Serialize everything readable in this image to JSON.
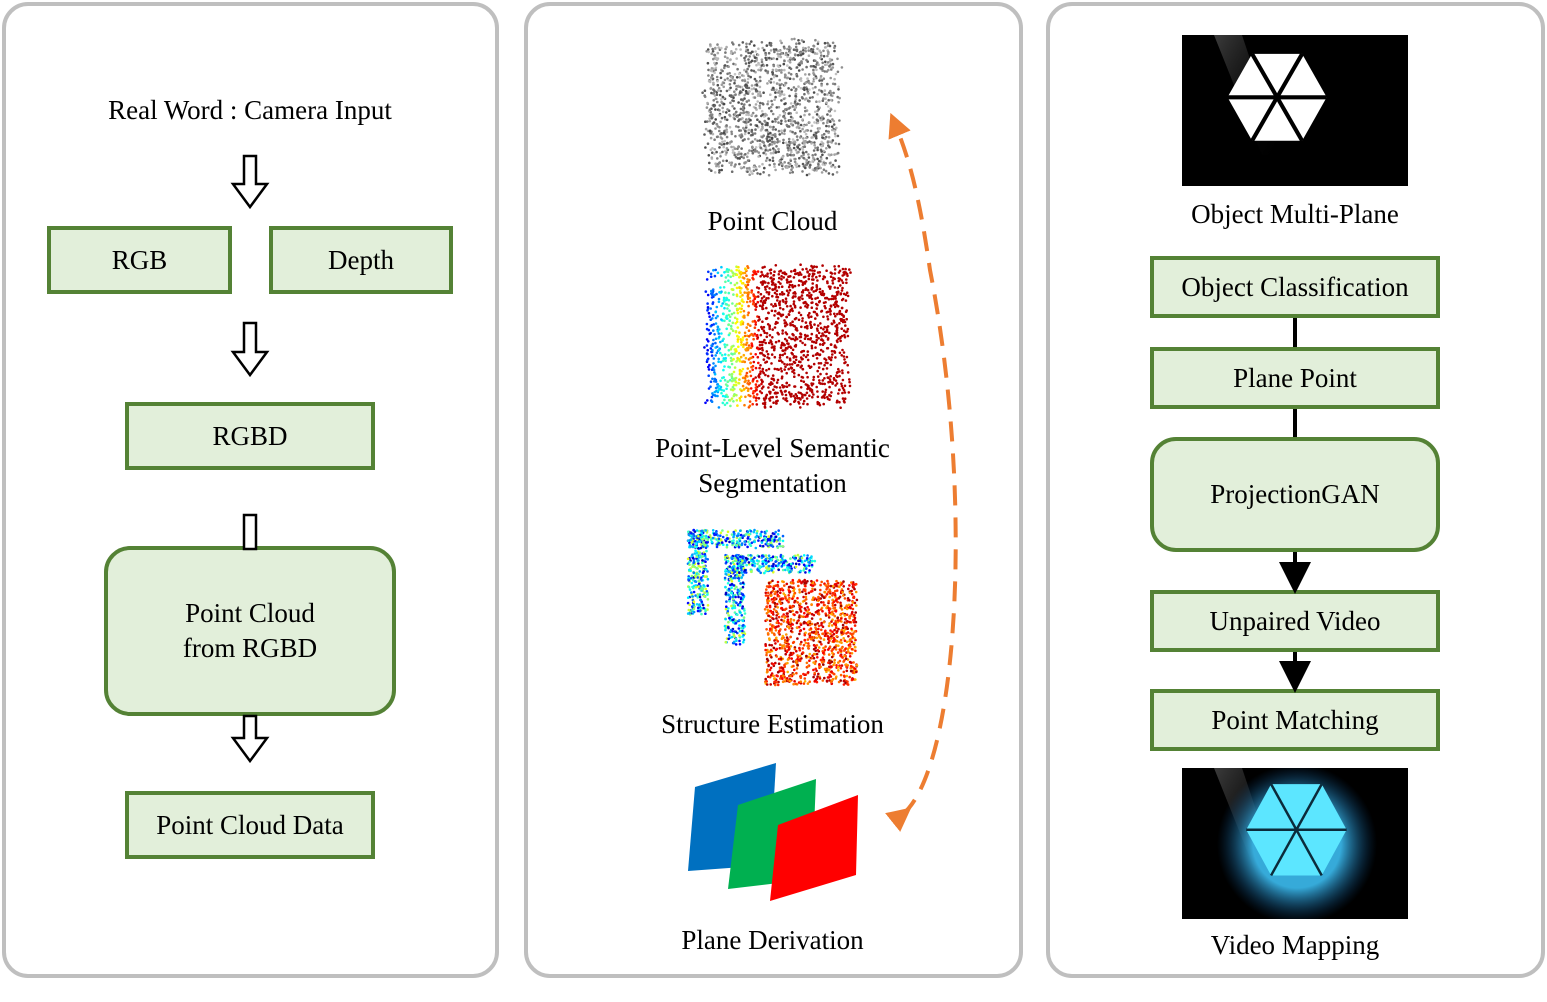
{
  "left": {
    "camera_input": "Real Word : Camera Input",
    "rgb": "RGB",
    "depth": "Depth",
    "rgbd": "RGBD",
    "point_cloud_from_rgbd": [
      "Point Cloud",
      "from RGBD"
    ],
    "point_cloud_data": "Point Cloud Data"
  },
  "middle": {
    "point_cloud": "Point Cloud",
    "semantic_segmentation": [
      "Point-Level Semantic",
      "Segmentation"
    ],
    "structure_estimation": "Structure Estimation",
    "plane_derivation": "Plane Derivation"
  },
  "right": {
    "object_multi_plane": "Object Multi-Plane",
    "object_classification": "Object Classification",
    "plane_point": "Plane Point",
    "projection_gan": "ProjectionGAN",
    "unpaired_video": "Unpaired Video",
    "point_matching": "Point Matching",
    "video_mapping": "Video Mapping"
  },
  "colors": {
    "box_fill": "#e2efda",
    "box_border": "#548235",
    "panel_border": "#bfbfbf",
    "dashed_arrow": "#ed7d31",
    "plane_blue": "#0070c0",
    "plane_green": "#00b050",
    "plane_red": "#ff0000",
    "hexagon_glow": "#5ce6ff"
  },
  "icons": [
    "hollow-down-arrow-icon",
    "dashed-cycle-arrow-icon",
    "point-cloud-cube-icon",
    "hexagon-icon"
  ]
}
